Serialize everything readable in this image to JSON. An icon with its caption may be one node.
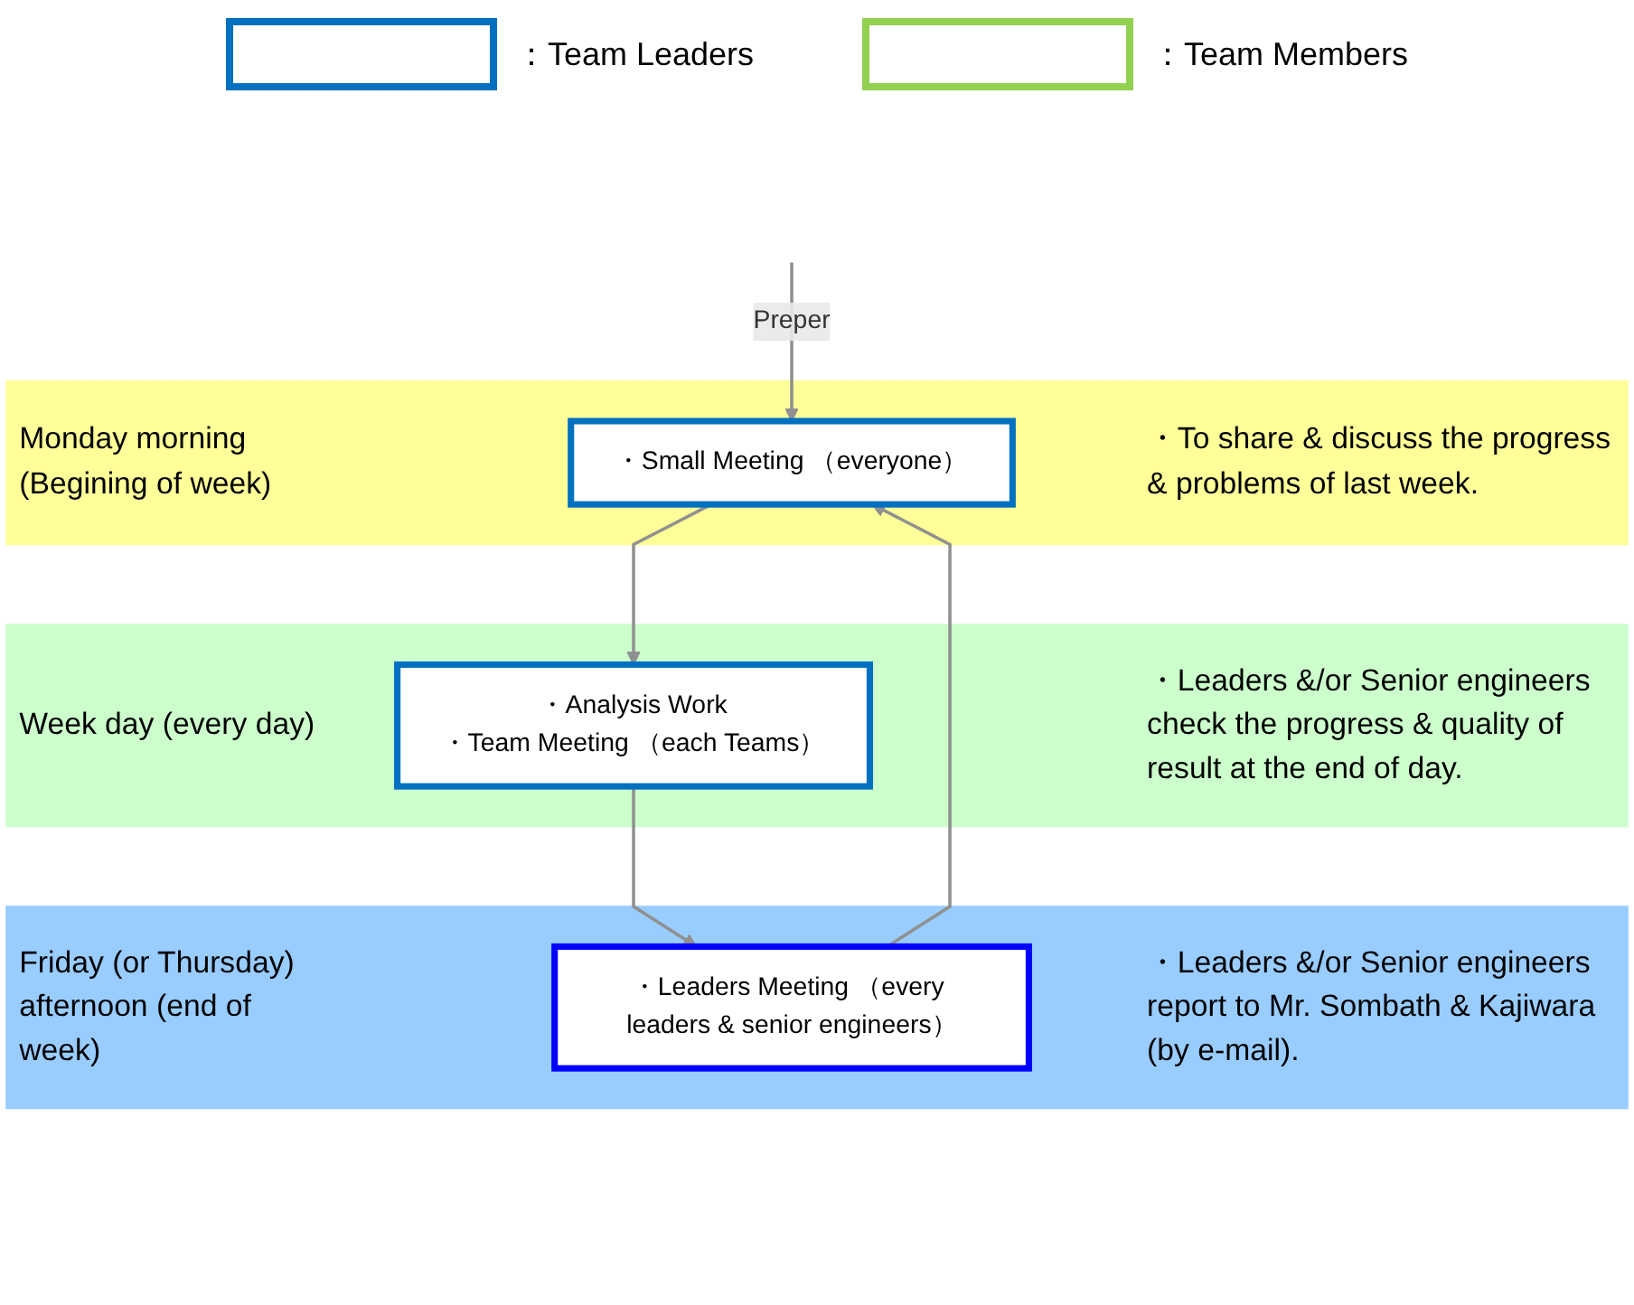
{
  "diagram": {
    "nodes": [
      {
        "text": [
          "Monday morning (Begining of week)",
          "・To share & discuss the progress & problems of last week."
        ]
      },
      {
        "text": [
          "・Small Meeting （everyone）"
        ],
        "in": 0
      },
      {
        "text": [
          "Week day (every day)",
          "・Leaders &/or Senior engineers check the progress & quality of result at the end of day."
        ]
      },
      {
        "text": [
          "・Analysis Work",
          "・Team Meeting （each Teams）"
        ],
        "in": 2
      },
      {
        "text": [
          "Friday (or Thursday) afternoon (end of week)",
          "・Leaders &/or Senior engineers report to Mr. Sombath & Kajiwara (by e-mail)."
        ]
      },
      {
        "text": [
          "・Leaders Meeting （every leaders & senior engineers）"
        ],
        "in": 4
      }
    ],
    "edges": [
      {
        "from": null,
        "to": 1,
        "arrow": "to",
        "label": "Preper"
      },
      {
        "from": 1,
        "to": 3,
        "arrow": "to"
      },
      {
        "from": 3,
        "to": 5,
        "arrow": "to"
      },
      {
        "from": 5,
        "to": 1,
        "arrow": "to"
      }
    ],
    "legend": [
      {
        "text": "：Team Leaders"
      },
      {
        "text": "：Team Members"
      }
    ]
  }
}
